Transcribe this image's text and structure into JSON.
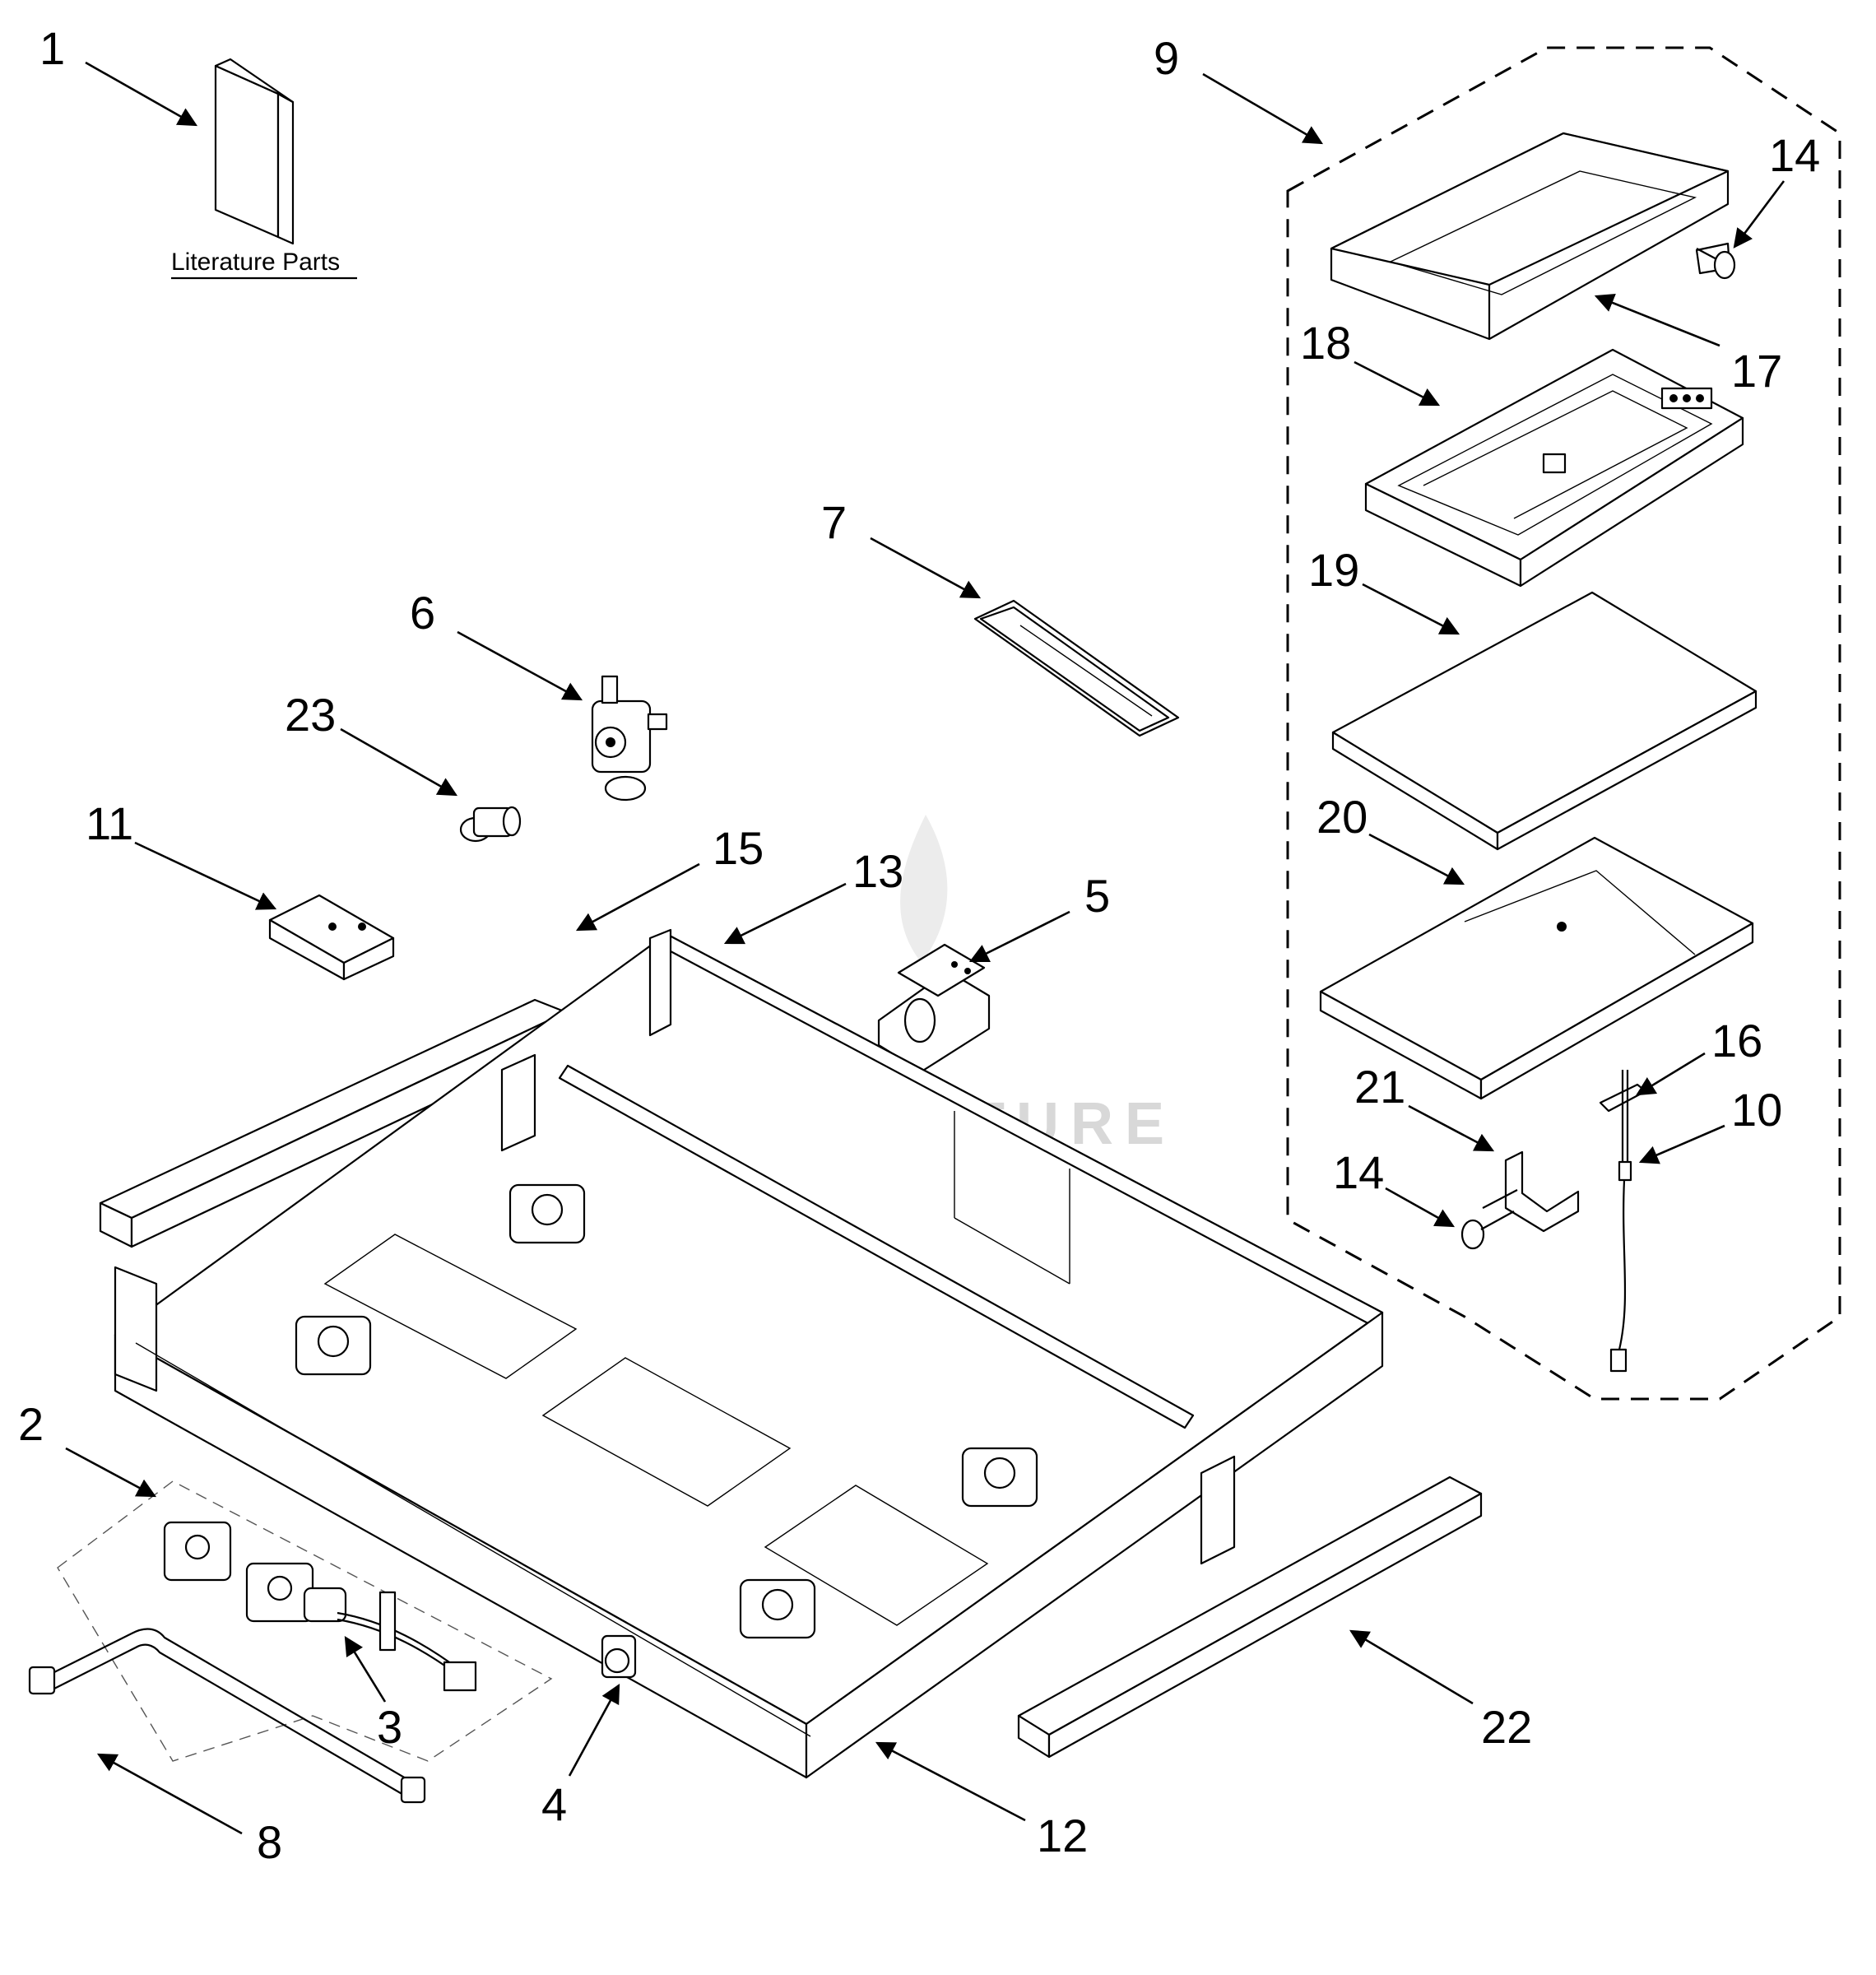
{
  "diagram": {
    "literature_label": "Literature Parts",
    "watermark": "LEADVENTURE",
    "callouts": [
      "1",
      "2",
      "3",
      "4",
      "5",
      "6",
      "7",
      "8",
      "9",
      "10",
      "11",
      "12",
      "13",
      "14",
      "14",
      "15",
      "16",
      "17",
      "18",
      "19",
      "20",
      "21",
      "22",
      "23"
    ]
  }
}
